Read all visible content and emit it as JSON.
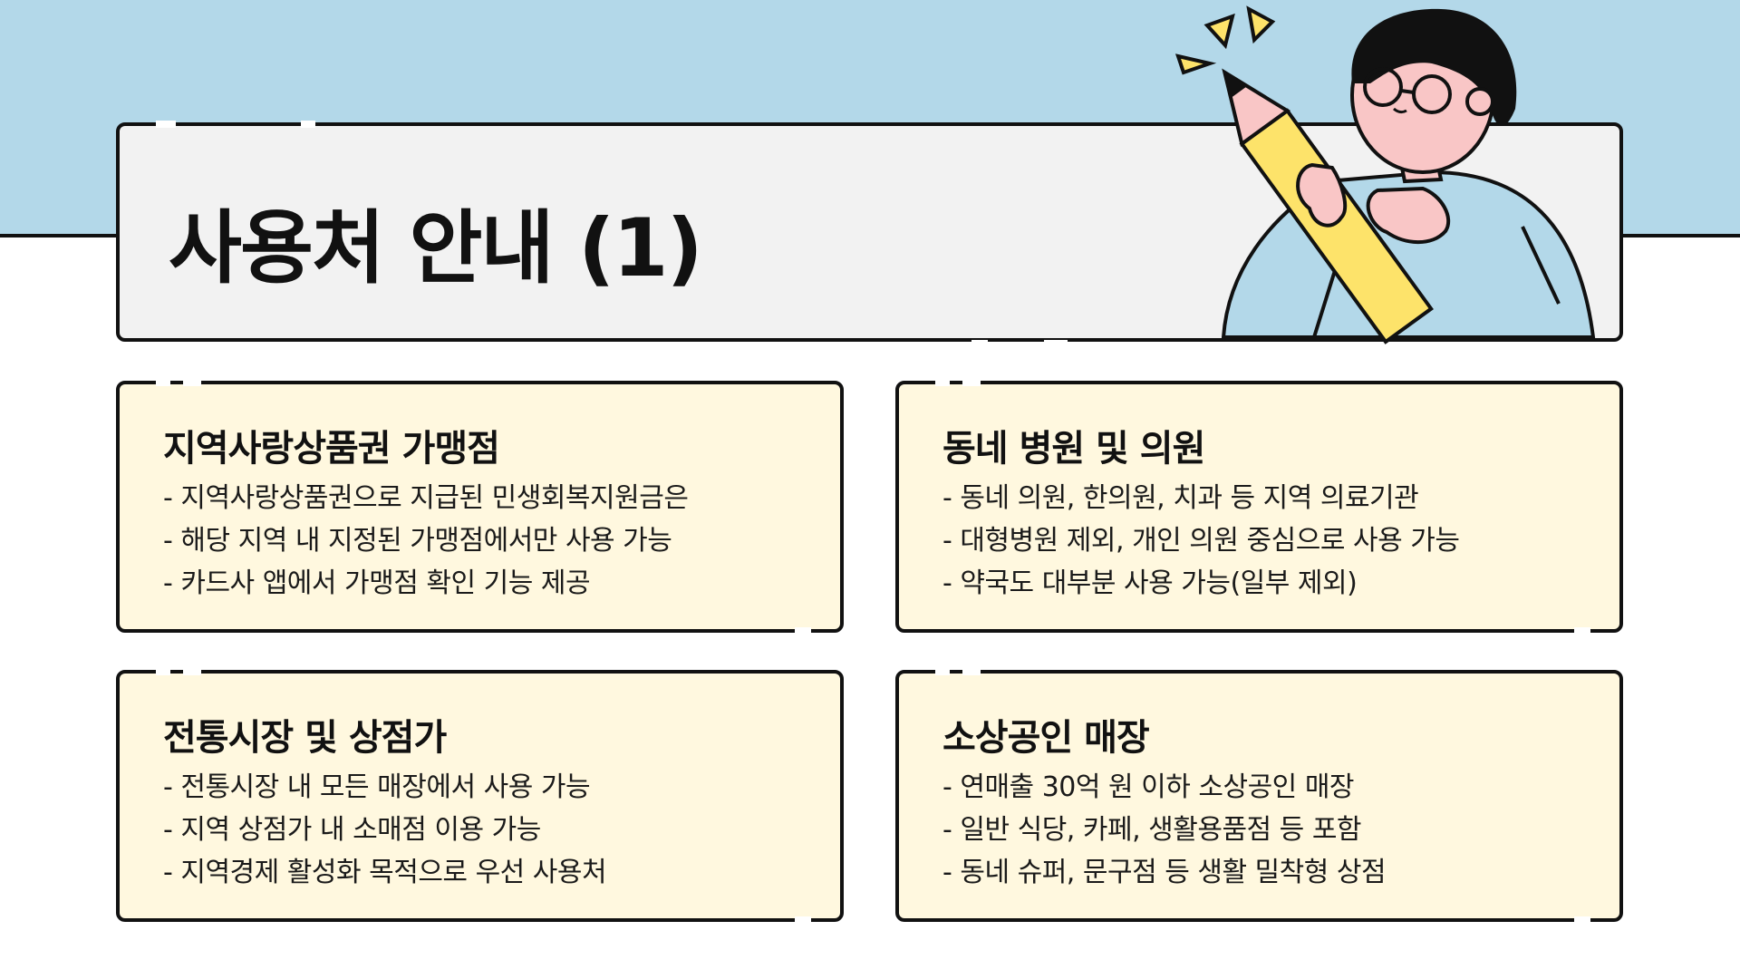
{
  "header": {
    "title": "사용처 안내 (1)"
  },
  "cards": [
    {
      "title": "지역사랑상품권 가맹점",
      "lines": [
        "- 지역사랑상품권으로 지급된 민생회복지원금은",
        "- 해당 지역 내 지정된 가맹점에서만 사용 가능",
        "- 카드사 앱에서 가맹점 확인 기능 제공"
      ]
    },
    {
      "title": "동네 병원 및 의원",
      "lines": [
        "- 동네 의원, 한의원, 치과 등 지역 의료기관",
        "- 대형병원 제외, 개인 의원 중심으로 사용 가능",
        "- 약국도 대부분 사용 가능(일부 제외)"
      ]
    },
    {
      "title": "전통시장 및 상점가",
      "lines": [
        "- 전통시장 내 모든 매장에서 사용 가능",
        "- 지역 상점가 내 소매점 이용 가능",
        "- 지역경제 활성화 목적으로 우선 사용처"
      ]
    },
    {
      "title": "소상공인 매장",
      "lines": [
        "- 연매출 30억 원 이하 소상공인 매장",
        "- 일반 식당, 카페, 생활용품점 등 포함",
        "- 동네 슈퍼, 문구점 등 생활 밀착형 상점"
      ]
    }
  ],
  "colors": {
    "sky": "#b3d8e9",
    "card_fill": "#fff8df",
    "header_fill": "#f2f2f2",
    "outline": "#111111",
    "pencil": "#fde36a",
    "skin": "#f9c6c6"
  },
  "illustration": {
    "icon": "person-with-pencil-icon"
  }
}
